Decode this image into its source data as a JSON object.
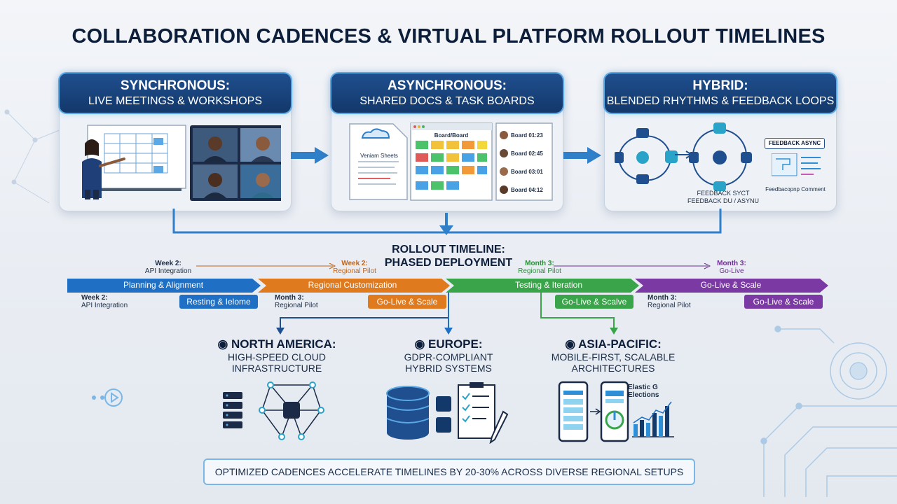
{
  "title": "COLLABORATION CADENCES & VIRTUAL PLATFORM ROLLOUT TIMELINES",
  "panels": [
    {
      "heading": "SYNCHRONOUS:",
      "subheading": "LIVE MEETINGS & WORKSHOPS"
    },
    {
      "heading": "ASYNCHRONOUS:",
      "subheading": "SHARED DOCS & TASK BOARDS",
      "doc_caption": "Veniam Sheets",
      "board_caption": "Board/Board",
      "list_items": [
        "Board 01:23",
        "Board 02:45",
        "Board 03:01",
        "Board 04:12"
      ]
    },
    {
      "heading": "HYBRID:",
      "subheading": "BLENDED RHYTHMS & FEEDBACK LOOPS",
      "feedback_tag": "FEEDBACK ASYNC",
      "loop_caption_1": "FEEDBACK SYCT",
      "loop_caption_2": "FEEDBACK DU / ASYNU",
      "side_caption": "Feedbacopnp Comment"
    }
  ],
  "timeline": {
    "title_line1": "ROLLOUT TIMELINE:",
    "title_line2": "PHASED DEPLOYMENT",
    "phases": [
      {
        "label": "Planning & Alignment",
        "color": "#1f6fc4"
      },
      {
        "label": "Regional Customization",
        "color": "#e07a1f"
      },
      {
        "label": "Testing & Iteration",
        "color": "#3aa44a"
      },
      {
        "label": "Go-Live & Scale",
        "color": "#7b3aa3"
      }
    ],
    "top_markers": [
      {
        "line1": "Week 2:",
        "line2": "API Integration"
      },
      {
        "line1": "Week 2:",
        "line2": "Regional Pilot"
      },
      {
        "line1": "Month 3:",
        "line2": "Regional Pilot"
      },
      {
        "line1": "Month 3:",
        "line2": "Go-Live"
      }
    ],
    "bottom_markers": [
      {
        "line1": "Week 2:",
        "line2": "API Integration"
      },
      {
        "line1": "Month 3:",
        "line2": "Regional Pilot"
      },
      {
        "line1": "Month 3:",
        "line2": "Regional Pilot"
      }
    ],
    "tags": [
      {
        "label": "Resting & Ielome",
        "color": "#1f6fc4"
      },
      {
        "label": "Go-Live & Scale",
        "color": "#e07a1f"
      },
      {
        "label": "Go-Live & Scalve",
        "color": "#3aa44a"
      },
      {
        "label": "Go-Live & Scale",
        "color": "#7b3aa3"
      }
    ]
  },
  "regions": [
    {
      "name": "NORTH AMERICA:",
      "line1": "HIGH-SPEED CLOUD",
      "line2": "INFRASTRUCTURE"
    },
    {
      "name": "EUROPE:",
      "line1": "GDPR-COMPLIANT",
      "line2": "HYBRID SYSTEMS"
    },
    {
      "name": "ASIA-PACIFIC:",
      "line1": "MOBILE-FIRST, SCALABLE",
      "line2": "ARCHITECTURES",
      "chart_caption_1": "Elastic G",
      "chart_caption_2": "Elections"
    }
  ],
  "footer": "OPTIMIZED CADENCES ACCELERATE TIMELINES BY 20-30% ACROSS DIVERSE REGIONAL SETUPS",
  "colors": {
    "navy": "#13386a",
    "accent": "#2f8fd6",
    "blue": "#1f6fc4",
    "orange": "#e07a1f",
    "green": "#3aa44a",
    "purple": "#7b3aa3"
  }
}
